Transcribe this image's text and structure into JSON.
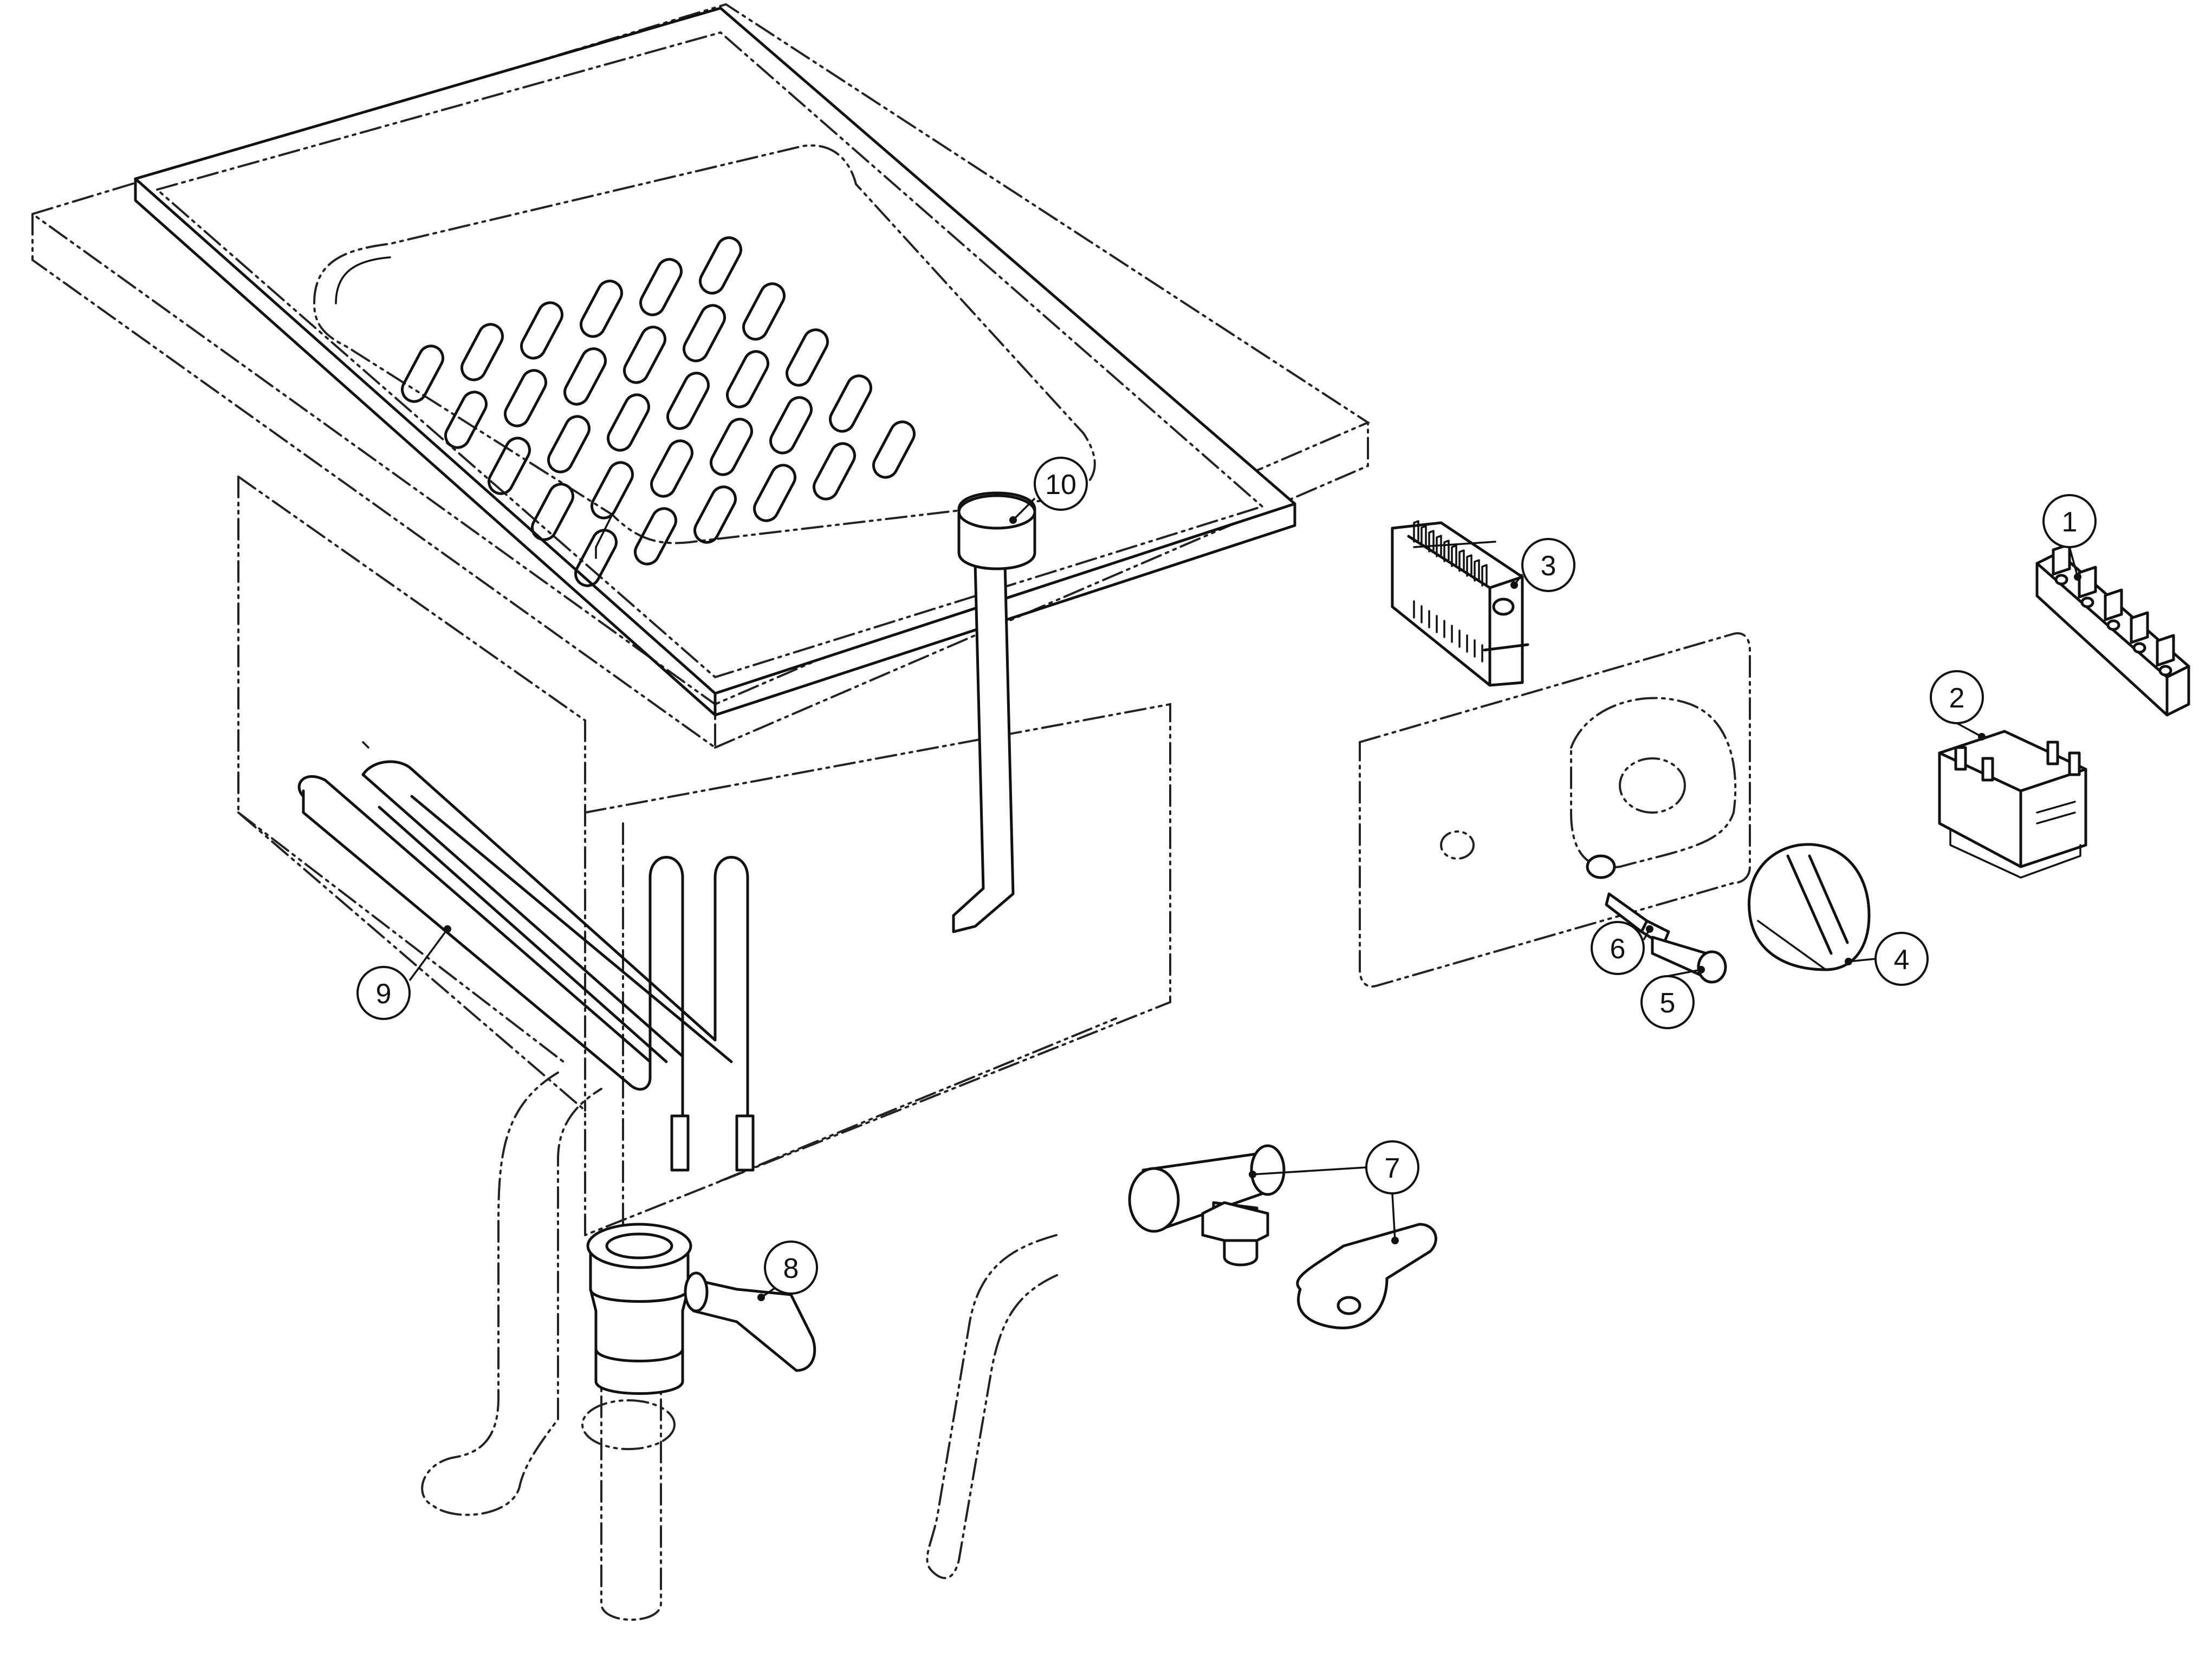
{
  "callouts": [
    {
      "id": "1",
      "label": "1",
      "target": "terminal-strip"
    },
    {
      "id": "2",
      "label": "2",
      "target": "relay"
    },
    {
      "id": "3",
      "label": "3",
      "target": "thermostat-regulator"
    },
    {
      "id": "4",
      "label": "4",
      "target": "control-knob"
    },
    {
      "id": "5",
      "label": "5",
      "target": "pilot-lamp"
    },
    {
      "id": "6",
      "label": "6",
      "target": "spindle"
    },
    {
      "id": "7",
      "label": "7",
      "target": "water-tap-with-lever"
    },
    {
      "id": "8",
      "label": "8",
      "target": "drain-valve"
    },
    {
      "id": "9",
      "label": "9",
      "target": "heating-element"
    },
    {
      "id": "10",
      "label": "10",
      "target": "lifting-handle"
    }
  ],
  "colors": {
    "line": "#111111",
    "background": "#ffffff"
  }
}
